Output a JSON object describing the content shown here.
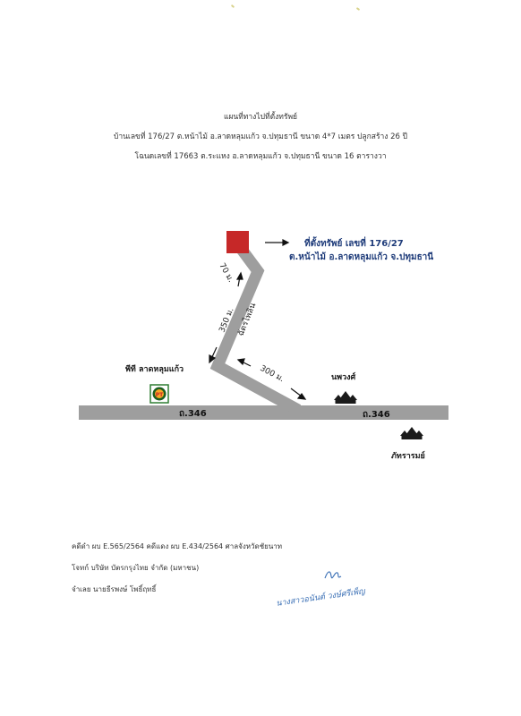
{
  "header": {
    "title": "แผนที่ทางไปที่ตั้งทรัพย์",
    "line1": "บ้านเลขที่ 176/27 ต.หน้าไม้ อ.ลาดหลุมแก้ว จ.ปทุมธานี  ขนาด 4*7 เมตร  ปลูกสร้าง 26 ปี",
    "line2": "โฉนดเลขที่ 17663 ต.ระแหง อ.ลาดหลุมแก้ว จ.ปทุมธานี ขนาด 16 ตารางวา"
  },
  "map": {
    "property_label_line1": "ที่ตั้งทรัพย์ เลขที่ 176/27",
    "property_label_line2": "ต.หน้าไม้ อ.ลาดหลุมแก้ว จ.ปทุมธานี",
    "dist_top": "70 ม.",
    "dist_mid": "350 ม.",
    "dist_low": "300 ม.",
    "soi_name": "ฉัตรไพลิน",
    "road_left": "ถ.346",
    "road_right": "ถ.346",
    "pt_label": "พีที ลาดหลุมแก้ว",
    "pt_logo_text": "PT",
    "landmark_1": "นพวงศ์",
    "landmark_2": "ภัทรารมย์",
    "property_color": "#c62828",
    "road_color": "#9e9e9e",
    "label_color": "#1f3c7a"
  },
  "footer": {
    "case_line": "คดีดำ ผบ E.565/2564     คดีแดง ผบ E.434/2564  ศาลจังหวัดชัยนาท",
    "plaintiff": "โจทก์ บริษัท บัตรกรุงไทย จำกัด (มหาชน)",
    "defendant": "จำเลย นายธีรพงษ์ โพธิ์ฤทธิ์",
    "signature": "นางสาวอนันต์  วงษ์ศรีเพ็ญ"
  }
}
